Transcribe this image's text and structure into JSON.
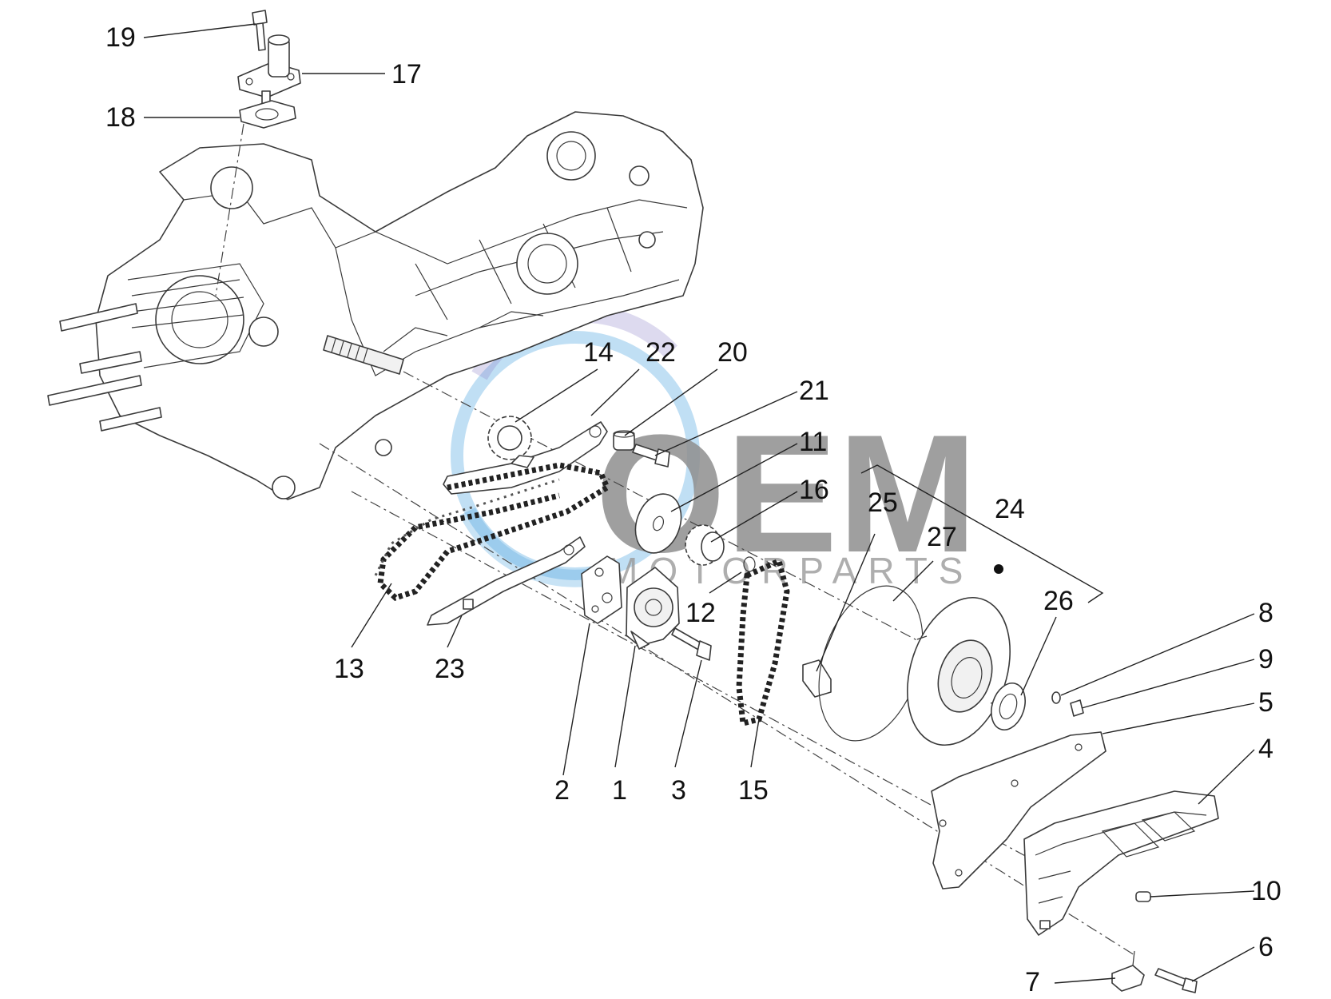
{
  "watermark": {
    "logo_text": "OEM",
    "sub_text": "MOTORPARTS",
    "colors": {
      "blue": "#4aa3df",
      "grey": "#8f8f8f",
      "purple": "#8f86c9"
    }
  },
  "callouts": {
    "c1": "1",
    "c2": "2",
    "c3": "3",
    "c4": "4",
    "c5": "5",
    "c6": "6",
    "c7": "7",
    "c8": "8",
    "c9": "9",
    "c10": "10",
    "c11": "11",
    "c12": "12",
    "c13": "13",
    "c14": "14",
    "c15": "15",
    "c16": "16",
    "c17": "17",
    "c18": "18",
    "c19": "19",
    "c20": "20",
    "c21": "21",
    "c22": "22",
    "c23": "23",
    "c24": "24",
    "c25": "25",
    "c26": "26",
    "c27": "27"
  }
}
